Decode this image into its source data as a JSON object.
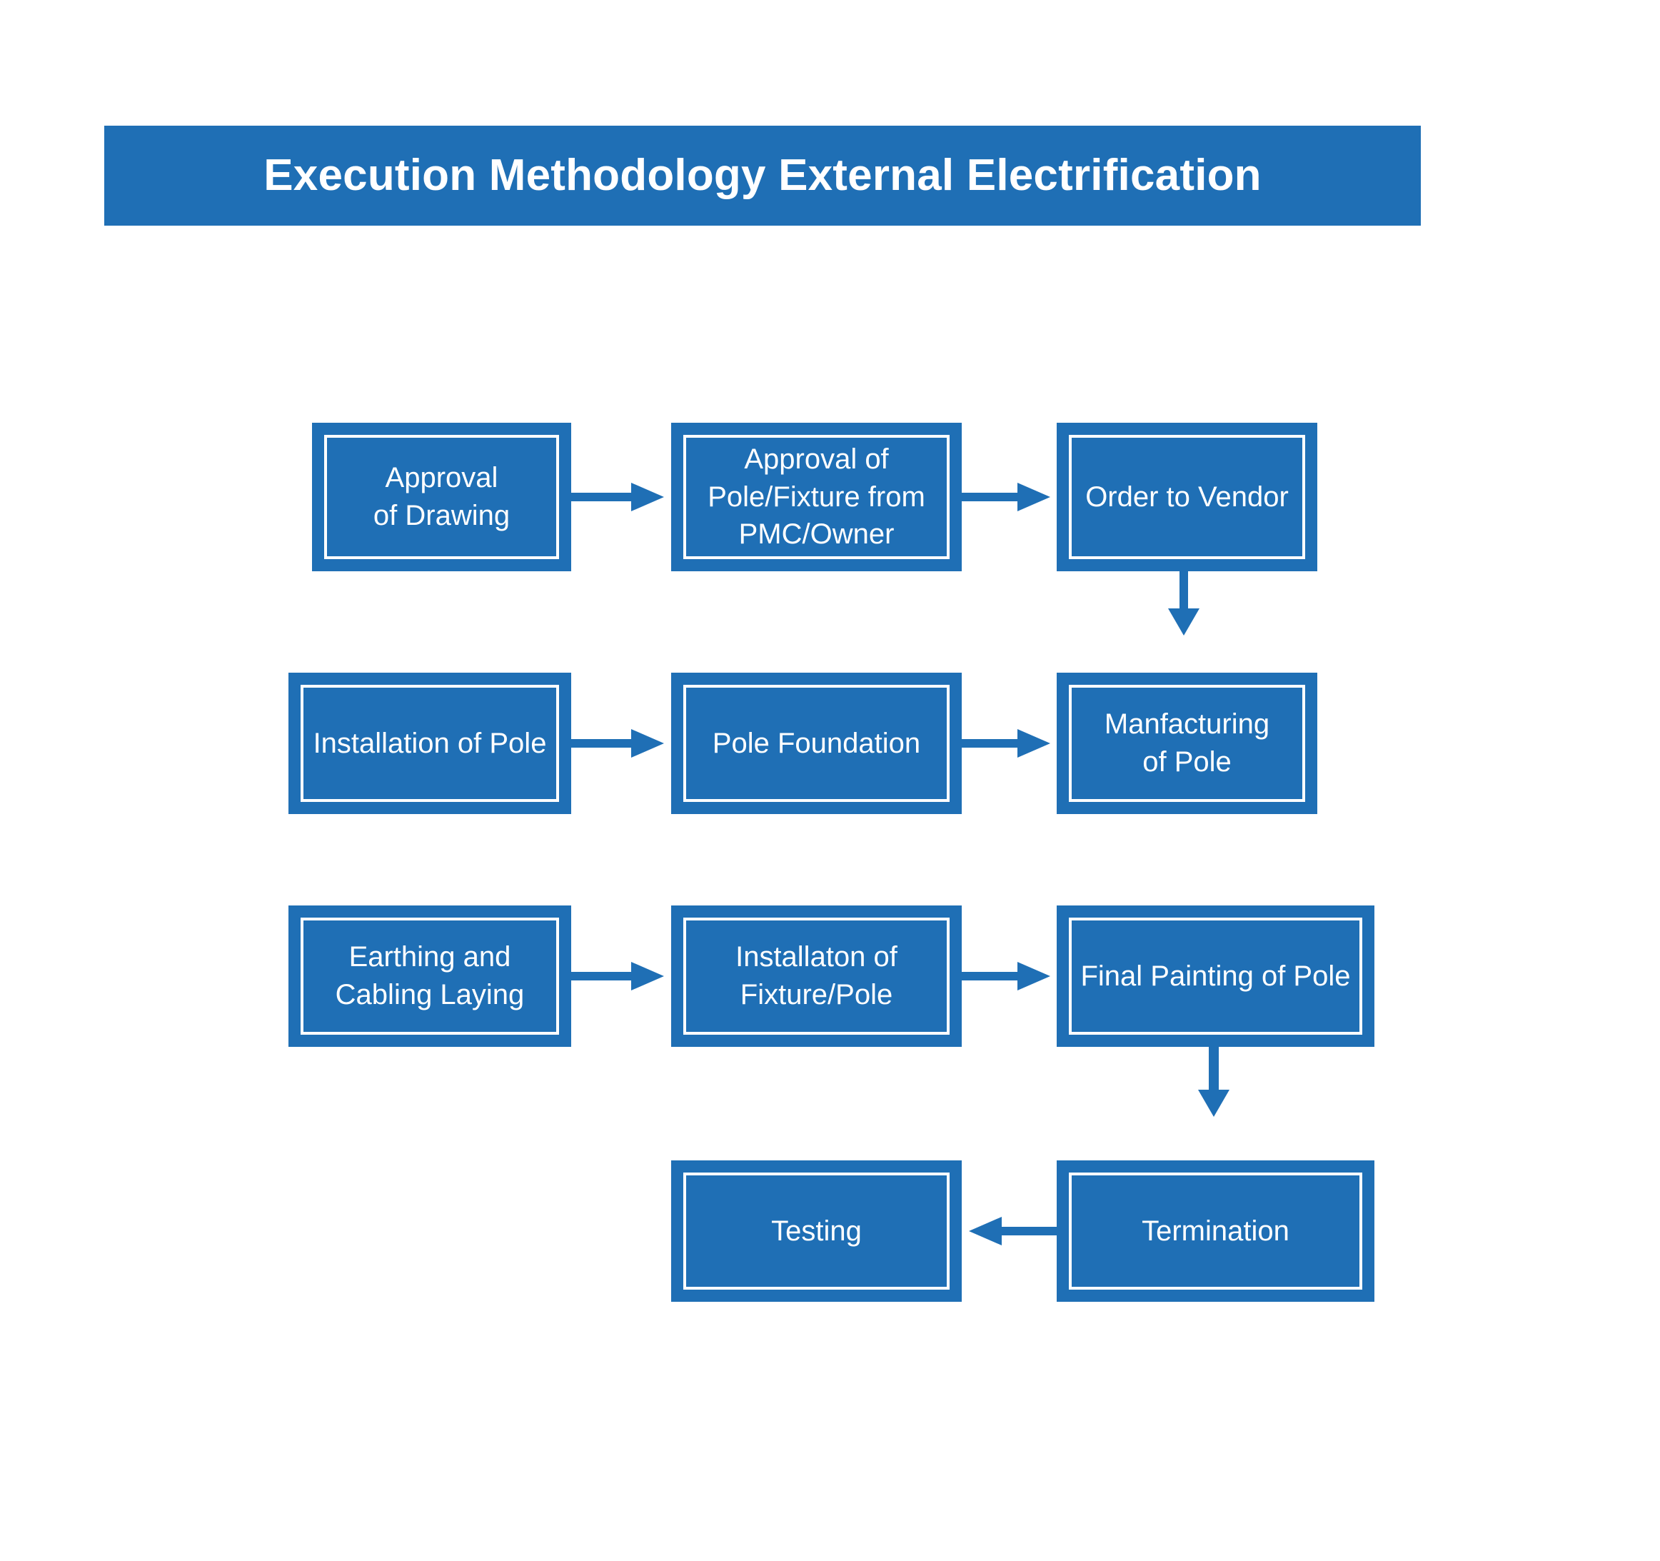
{
  "title": {
    "text": "Execution Methodology External Electrification"
  },
  "colors": {
    "brand_blue": "#1F6FB5",
    "box_fill": "#1F6FB5",
    "border": "#FFFFFF",
    "arrow": "#1F6FB5",
    "background": "#FFFFFF",
    "text": "#FFFFFF"
  },
  "diagram": {
    "type": "flowchart",
    "nodes": [
      {
        "id": "approval-of-drawing",
        "label": "Approval\nof Drawing",
        "row": 1,
        "col": 1
      },
      {
        "id": "approval-of-pole-fixture",
        "label": "Approval of\nPole/Fixture from\nPMC/Owner",
        "row": 1,
        "col": 2
      },
      {
        "id": "order-to-vendor",
        "label": "Order to Vendor",
        "row": 1,
        "col": 3
      },
      {
        "id": "installation-of-pole",
        "label": "Installation of Pole",
        "row": 2,
        "col": 1
      },
      {
        "id": "pole-foundation",
        "label": "Pole Foundation",
        "row": 2,
        "col": 2
      },
      {
        "id": "manfacturing-of-pole",
        "label": "Manfacturing\nof Pole",
        "row": 2,
        "col": 3
      },
      {
        "id": "earthing-and-cabling",
        "label": "Earthing and\nCabling Laying",
        "row": 3,
        "col": 1
      },
      {
        "id": "installaton-of-fixture",
        "label": "Installaton of\nFixture/Pole",
        "row": 3,
        "col": 2
      },
      {
        "id": "final-painting-of-pole",
        "label": "Final Painting of Pole",
        "row": 3,
        "col": 3
      },
      {
        "id": "testing",
        "label": "Testing",
        "row": 4,
        "col": 2
      },
      {
        "id": "termination",
        "label": "Termination",
        "row": 4,
        "col": 3
      }
    ],
    "edges": [
      {
        "from": "approval-of-drawing",
        "to": "approval-of-pole-fixture",
        "direction": "right"
      },
      {
        "from": "approval-of-pole-fixture",
        "to": "order-to-vendor",
        "direction": "right"
      },
      {
        "from": "order-to-vendor",
        "to": "manfacturing-of-pole",
        "direction": "down"
      },
      {
        "from": "installation-of-pole",
        "to": "pole-foundation",
        "direction": "right"
      },
      {
        "from": "pole-foundation",
        "to": "manfacturing-of-pole",
        "direction": "right"
      },
      {
        "from": "earthing-and-cabling",
        "to": "installaton-of-fixture",
        "direction": "right"
      },
      {
        "from": "installaton-of-fixture",
        "to": "final-painting-of-pole",
        "direction": "right"
      },
      {
        "from": "final-painting-of-pole",
        "to": "termination",
        "direction": "down"
      },
      {
        "from": "termination",
        "to": "testing",
        "direction": "left"
      }
    ]
  }
}
